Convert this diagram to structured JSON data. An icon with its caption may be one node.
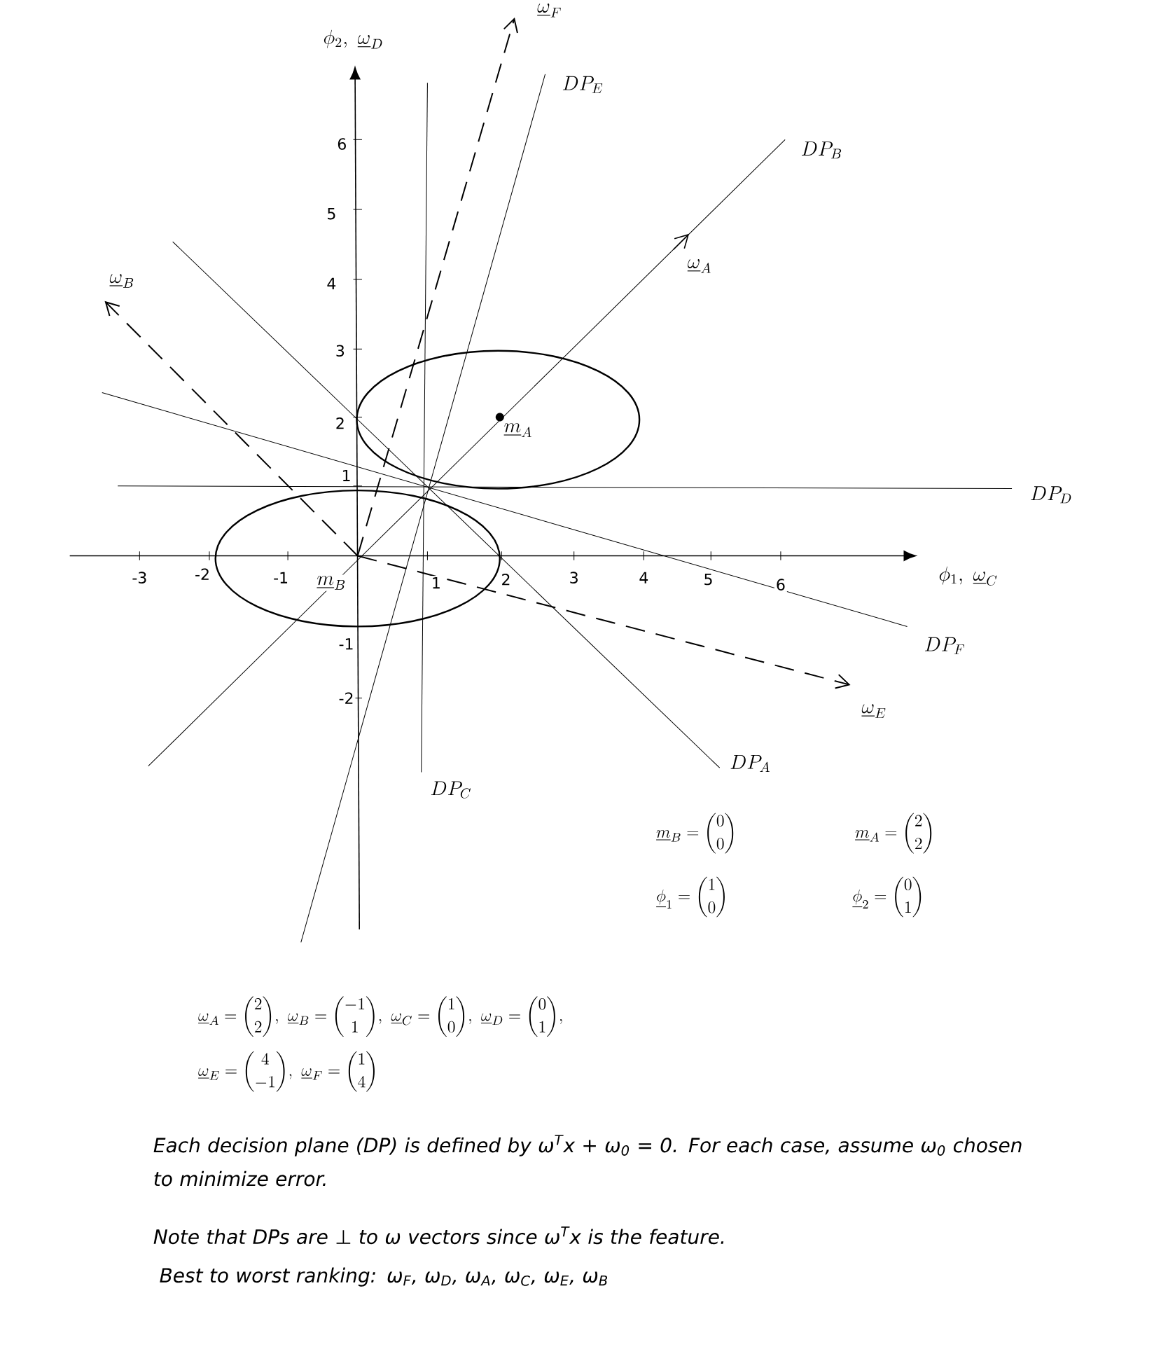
{
  "diagram": {
    "labels": [
      "\\phi_2,\\ \\underline{\\omega}_D",
      "\\underline{\\omega}_F",
      "DP_E",
      "6",
      "5",
      "4",
      "3",
      "2",
      "1",
      "DP_B",
      "\\underline{\\omega}_B",
      "\\underline{\\omega}_A",
      "\\underline{m}_A",
      "DP_D",
      "-3",
      "-2",
      "-1",
      "\\underline{m}_B",
      "1",
      "2",
      "3",
      "4",
      "5",
      "6",
      "\\phi_1,\\ \\underline{\\omega}_C",
      "DP_F",
      "-1",
      "\\underline{\\omega}_E",
      "-2",
      "DP_A",
      "DP_C",
      "\\underline{m}_B = \\binom{0}{0}",
      "\\underline{m}_A = \\binom{2}{2}",
      "\\underline{\\phi}_1 = \\binom{1}{0}",
      "\\underline{\\phi}_2 = \\binom{0}{1}",
      "\\underline{\\omega}_A = \\binom{2}{2},\\ \\underline{\\omega}_B = \\binom{-1}{1},\\ \\underline{\\omega}_C = \\binom{1}{0},\\ \\underline{\\omega}_D = \\binom{0}{1},",
      "\\underline{\\omega}_E = \\binom{4}{-1},\\ \\underline{\\omega}_F = \\binom{1}{4}",
      "Each decision plane (DP) is defined by ω$^{T}$x + ω$_{0}$ = 0. For each case, assume ω$_{0}$ chosen to minimize error.",
      "Note that DPs are ⊥ to ω vectors since ω$^{T}$x is the feature.",
      "Best to worst ranking: ω$_{F}$, ω$_{D}$, ω$_{A}$, ω$_{C}$, ω$_{E}$, ω$_{B}$"
    ]
  }
}
